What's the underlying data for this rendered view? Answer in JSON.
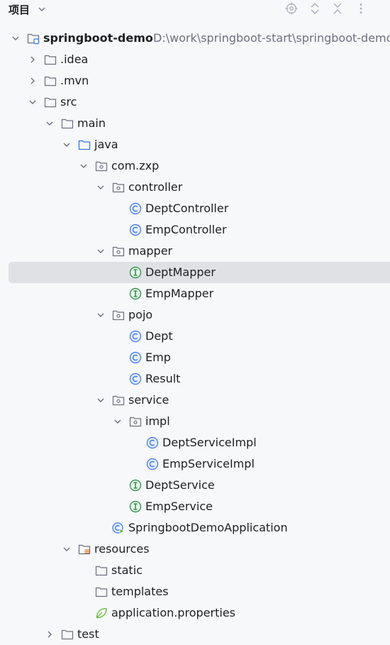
{
  "header": {
    "title": "项目"
  },
  "root": {
    "name": "springboot-demo",
    "path": "D:\\work\\springboot-start\\springboot-demo"
  },
  "tree": [
    {
      "label": ".idea"
    },
    {
      "label": ".mvn"
    },
    {
      "label": "src"
    },
    {
      "label": "main"
    },
    {
      "label": "java"
    },
    {
      "label": "com.zxp"
    },
    {
      "label": "controller"
    },
    {
      "label": "DeptController"
    },
    {
      "label": "EmpController"
    },
    {
      "label": "mapper"
    },
    {
      "label": "DeptMapper"
    },
    {
      "label": "EmpMapper"
    },
    {
      "label": "pojo"
    },
    {
      "label": "Dept"
    },
    {
      "label": "Emp"
    },
    {
      "label": "Result"
    },
    {
      "label": "service"
    },
    {
      "label": "impl"
    },
    {
      "label": "DeptServiceImpl"
    },
    {
      "label": "EmpServiceImpl"
    },
    {
      "label": "DeptService"
    },
    {
      "label": "EmpService"
    },
    {
      "label": "SpringbootDemoApplication"
    },
    {
      "label": "resources"
    },
    {
      "label": "static"
    },
    {
      "label": "templates"
    },
    {
      "label": "application.properties"
    },
    {
      "label": "test"
    }
  ],
  "colors": {
    "class_icon": "#3574f0",
    "interface_icon": "#208a3c",
    "spring_icon": "#5fb832",
    "selection": "#dfe1e5"
  }
}
